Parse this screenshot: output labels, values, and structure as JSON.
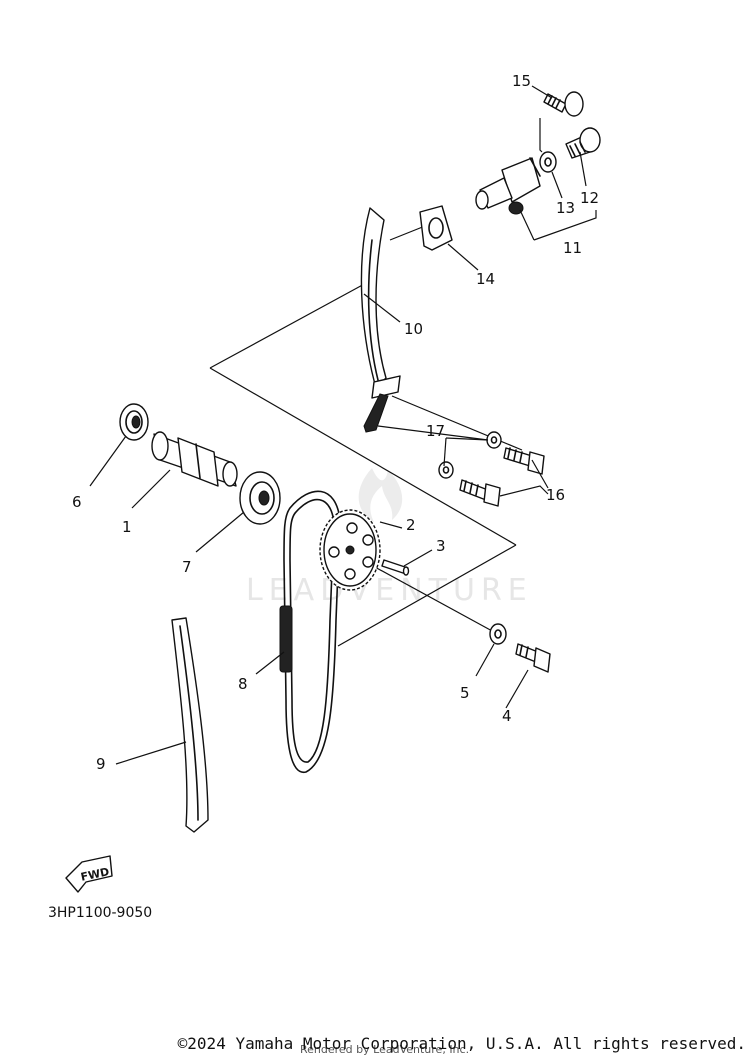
{
  "diagram": {
    "code": "3HP1100-9050",
    "fwd_label": "FWD",
    "watermark": "LEADVENTURE"
  },
  "callouts": [
    {
      "id": "1",
      "label": "1"
    },
    {
      "id": "2",
      "label": "2"
    },
    {
      "id": "3",
      "label": "3"
    },
    {
      "id": "4",
      "label": "4"
    },
    {
      "id": "5",
      "label": "5"
    },
    {
      "id": "6",
      "label": "6"
    },
    {
      "id": "7",
      "label": "7"
    },
    {
      "id": "8",
      "label": "8"
    },
    {
      "id": "9",
      "label": "9"
    },
    {
      "id": "10",
      "label": "10"
    },
    {
      "id": "11",
      "label": "11"
    },
    {
      "id": "12",
      "label": "12"
    },
    {
      "id": "13",
      "label": "13"
    },
    {
      "id": "14",
      "label": "14"
    },
    {
      "id": "15",
      "label": "15"
    },
    {
      "id": "16",
      "label": "16"
    },
    {
      "id": "17",
      "label": "17"
    }
  ],
  "footer": {
    "copyright": "©2024 Yamaha Motor Corporation, U.S.A. All rights reserved.",
    "rendered_by": "Rendered by LeadVenture, Inc."
  }
}
